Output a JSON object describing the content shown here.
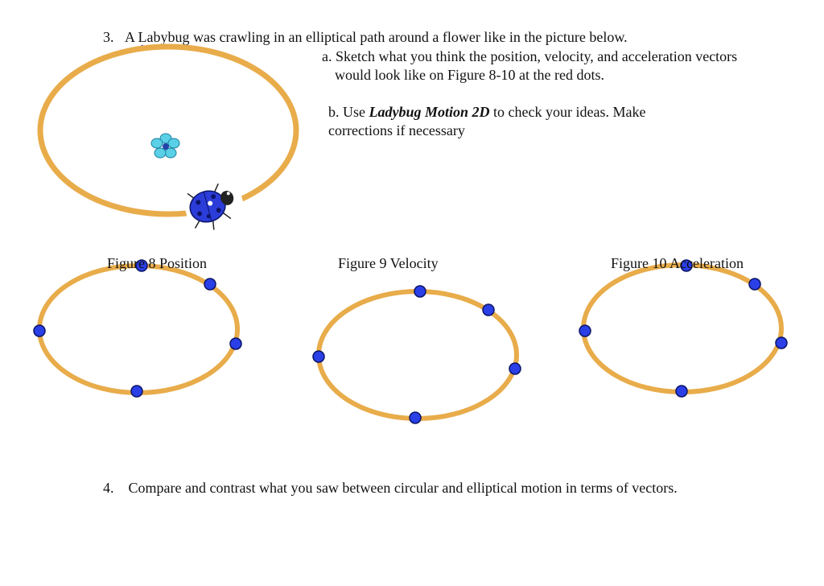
{
  "question3": {
    "number": "3.",
    "lead": "A",
    "misspelled_word": "Labybug",
    "rest": "was crawling in an elliptical path around a flower like in the picture below.",
    "part_a_line1": "a.  Sketch what you think the position, velocity,  and acceleration vectors",
    "part_a_line2": "would look like on Figure 8-10 at the red dots.",
    "part_b_prefix": "b. Use ",
    "part_b_emphasis": "Ladybug Motion 2D",
    "part_b_suffix": " to check your ideas. Make",
    "part_b_line2": "corrections if necessary"
  },
  "figures": [
    {
      "caption": "Figure 8 Position"
    },
    {
      "caption": "Figure 9 Velocity"
    },
    {
      "caption": "Figure 10 Acceleration"
    }
  ],
  "question4": {
    "number": "4.",
    "text": "Compare and contrast what you saw between circular and elliptical motion in terms of vectors."
  },
  "colors": {
    "orbit": "#e8ac4a",
    "dot_fill": "#2a3fe6",
    "dot_stroke": "#0b1466",
    "ladybug": "#2b3cd9",
    "flower": "#5ad0e6"
  }
}
